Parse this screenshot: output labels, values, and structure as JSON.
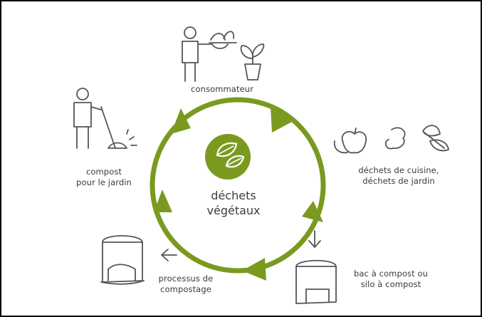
{
  "center": {
    "line1": "déchets",
    "line2": "végétaux",
    "icon": "leaves-icon"
  },
  "labels": {
    "consommateur": "consommateur",
    "dechets_line1": "déchets de cuisine,",
    "dechets_line2": "déchets de jardin",
    "bac_line1": "bac à compost ou",
    "bac_line2": "silo à compost",
    "processus_line1": "processus de",
    "processus_line2": "compostage",
    "compost_line1": "compost",
    "compost_line2": "pour le jardin"
  },
  "colors": {
    "cycle": "#7a9a1f",
    "line": "#555555",
    "text": "#3a3a3a",
    "frame": "#000000"
  }
}
